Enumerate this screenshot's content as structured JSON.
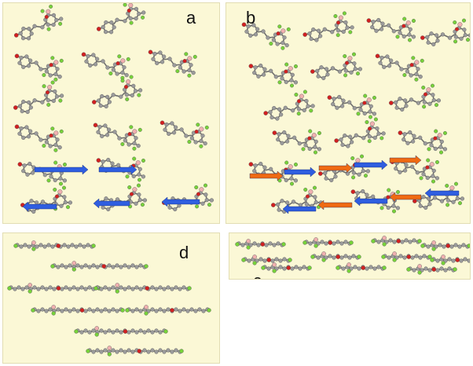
{
  "panels": {
    "a": {
      "label": "a"
    },
    "b": {
      "label": "b"
    },
    "c": {
      "label": "c"
    },
    "d": {
      "label": "d"
    }
  },
  "colors": {
    "background": "#fbf8d6",
    "carbon": "#9b9b9b",
    "oxygen": "#d22020",
    "fluorine": "#77d23a",
    "boron": "#f0b0b0",
    "arrow_blue": "#2f5ee0",
    "arrow_orange": "#f06a12"
  }
}
